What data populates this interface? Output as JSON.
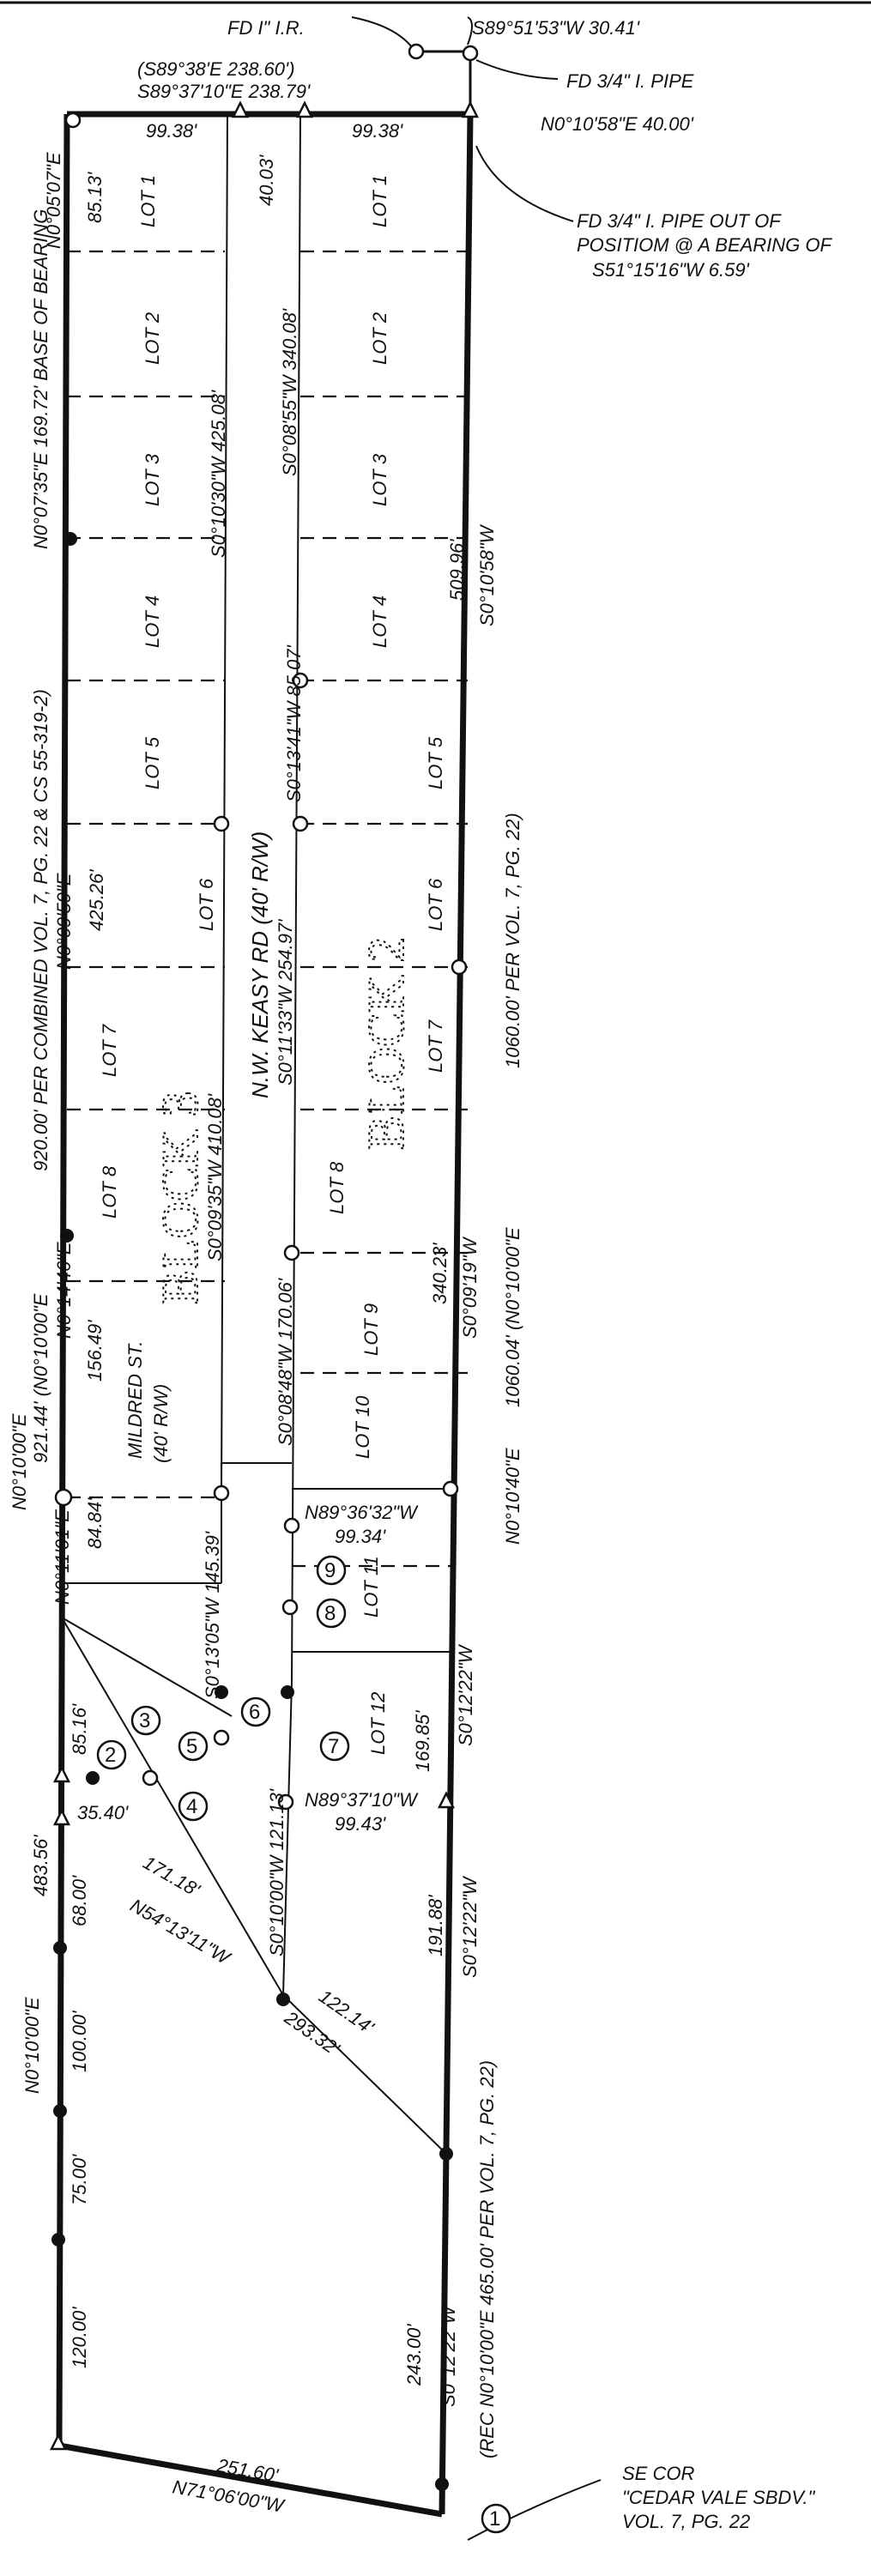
{
  "top": {
    "fd_ir": "FD I\" I.R.",
    "bearing_30": "S89°51'53\"W 30.41'",
    "fd_pipe": "FD 3/4\" I. PIPE",
    "n0_40": "N0°10'58\"E 40.00'",
    "rec_bearing": "(S89°38'E 238.60')",
    "bearing_238": "S89°37'10\"E 238.79'",
    "dist_99_left": "99.38'",
    "dist_99_right": "99.38'",
    "road_40": "40.03'",
    "pipe_out_1": "FD 3/4\" I. PIPE OUT OF",
    "pipe_out_2": "POSITIOM @ A BEARING OF",
    "pipe_out_3": "S51°15'16\"W 6.59'"
  },
  "left": {
    "b_8513": "N0°05'07\"E",
    "d_8513": "85.13'",
    "base": "N0°07'35\"E 169.72'  BASE OF BEARING",
    "combined": "920.00' PER COMBINED VOL. 7, PG. 22 & CS 55-319-2)",
    "rec_n0": "921.44' (N0°10'00\"E",
    "b_42526": "N0°09'59\"E",
    "d_42526": "425.26'",
    "b_15649": "N0°14'46\"E",
    "d_15649": "156.49'",
    "n0_main": "N0°10'00\"E",
    "b_8484": "N0°11'01\"E",
    "d_8484": "84.84'",
    "d_8516": "85.16'",
    "d_483": "483.56'",
    "d_68": "68.00'",
    "d_100": "100.00'",
    "d_75": "75.00'",
    "d_120": "120.00'",
    "n0_lower": "N0°10'00\"E"
  },
  "block3": {
    "lots": [
      "LOT 1",
      "LOT 2",
      "LOT 3",
      "LOT 4",
      "LOT 5",
      "LOT 6",
      "LOT 7",
      "LOT 8"
    ],
    "name": "BLOCK 3",
    "b_425": "S0°10'30\"W 425.08'",
    "b_410": "S0°09'35\"W 410.08'",
    "mildred": "MILDRED ST.",
    "mildred_rw": "(40' R/W)"
  },
  "road": {
    "name": "N.W. KEASY RD (40' R/W)",
    "b_340": "S0°08'55\"W 340.08'",
    "b_8507": "S0°13'41\"W 85.07'",
    "b_254": "S0°11'33\"W 254.97'",
    "b_170": "S0°08'48\"W 170.06'",
    "b_145": "S0°13'05\"W 145.39'",
    "b_121": "S0°10'00\"W 121.13'"
  },
  "block2": {
    "lots": [
      "LOT 1",
      "LOT 2",
      "LOT 3",
      "LOT 4",
      "LOT 5",
      "LOT 6",
      "LOT 7",
      "LOT 8",
      "LOT 9",
      "LOT 10",
      "LOT 11",
      "LOT 12"
    ],
    "name": "BLOCK 2",
    "n89_1": "N89°36'32\"W",
    "d_9934": "99.34'",
    "n89_2": "N89°37'10\"W",
    "d_9943": "99.43'"
  },
  "right": {
    "d_509": "509.96'",
    "b_509": "S0°10'58\"W",
    "per_1060": "1060.00' PER VOL. 7, PG. 22)",
    "rec_1060": "1060.04' (N0°10'00\"E",
    "n0_40": "N0°10'40\"E",
    "d_340": "340.23'",
    "b_340": "S0°09'19\"W",
    "d_169": "169.85'",
    "b_169": "S0°12'22\"W",
    "d_191": "191.88'",
    "b_191": "S0°12'22\"W",
    "rec_191": "(REC",
    "d_243": "243.00'",
    "b_243": "S0°12'22\"W",
    "rec_465": "(REC N0°10'00\"E  465.00' PER VOL. 7, PG. 22)"
  },
  "bottom": {
    "d_35": "35.40'",
    "d_171": "171.18'",
    "b_171": "N54°13'11\"W",
    "d_293": "293.32'",
    "d_122": "122.14'",
    "d_251": "251.60'",
    "b_251": "N71°06'00\"W",
    "se1": "SE COR",
    "se2": "\"CEDAR VALE SBDV.\"",
    "se3": "VOL. 7, PG. 22"
  },
  "points": [
    "1",
    "2",
    "3",
    "4",
    "5",
    "6",
    "7",
    "8",
    "9"
  ]
}
